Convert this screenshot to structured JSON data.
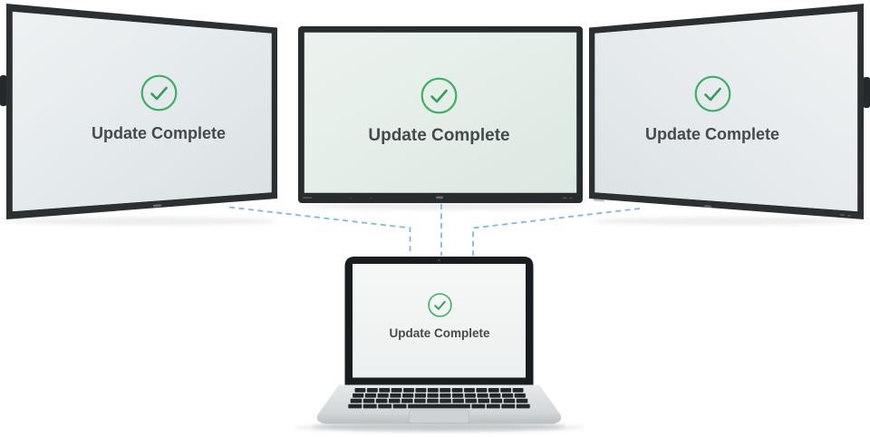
{
  "page": {
    "background": "#ffffff"
  },
  "devices": {
    "display_left": {
      "status_label": "Update Complete",
      "icon": "check-circle-icon"
    },
    "display_center": {
      "status_label": "Update Complete",
      "icon": "check-circle-icon"
    },
    "display_right": {
      "status_label": "Update Complete",
      "icon": "check-circle-icon"
    },
    "laptop": {
      "status_label": "Update Complete",
      "icon": "check-circle-icon"
    }
  },
  "colors": {
    "success_green": "#3cb064",
    "check_green": "#31a055",
    "connection_blue": "#7cb8e4",
    "status_text_gray": "#47494c",
    "bezel_dark": "#2b2f31"
  }
}
